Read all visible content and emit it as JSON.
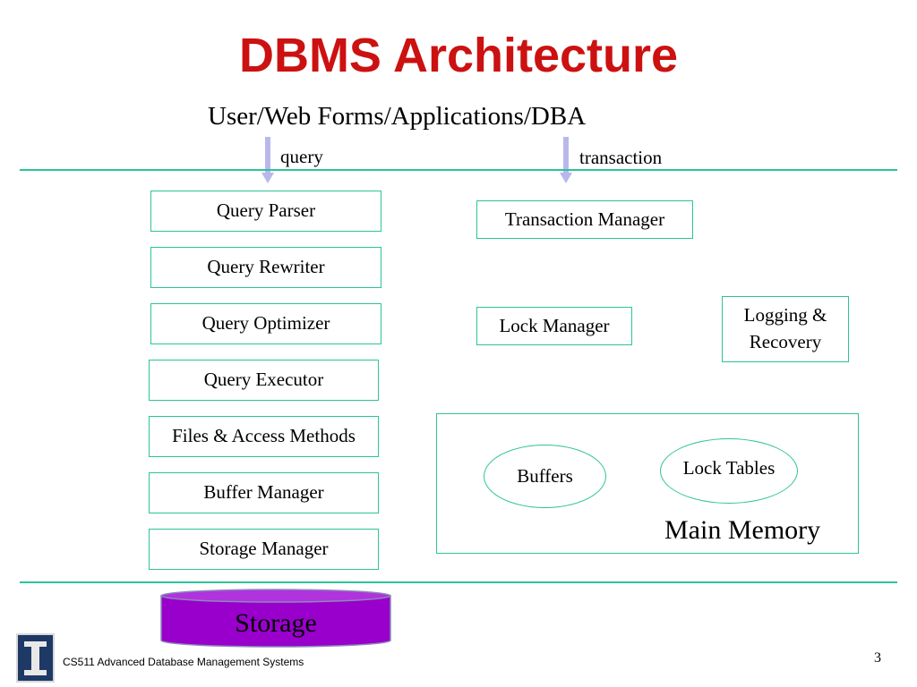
{
  "title": "DBMS Architecture",
  "subtitle": "User/Web Forms/Applications/DBA",
  "labels": {
    "query": "query",
    "transaction": "transaction"
  },
  "query_stack": [
    "Query Parser",
    "Query Rewriter",
    "Query Optimizer",
    "Query Executor",
    "Files & Access Methods",
    "Buffer Manager",
    "Storage Manager"
  ],
  "transaction_manager": "Transaction Manager",
  "lock_manager": "Lock Manager",
  "logging_recovery": {
    "line1": "Logging &",
    "line2": "Recovery"
  },
  "main_memory": {
    "label": "Main Memory",
    "buffers": "Buffers",
    "lock_tables": "Lock Tables"
  },
  "storage": "Storage",
  "footer": "CS511 Advanced Database Management Systems",
  "page_number": "3",
  "colors": {
    "title": "#cc1111",
    "accent_line": "#2cc39a",
    "arrow": "#b9b8ec",
    "storage": "#9900cc",
    "logo": "#1e3966"
  }
}
